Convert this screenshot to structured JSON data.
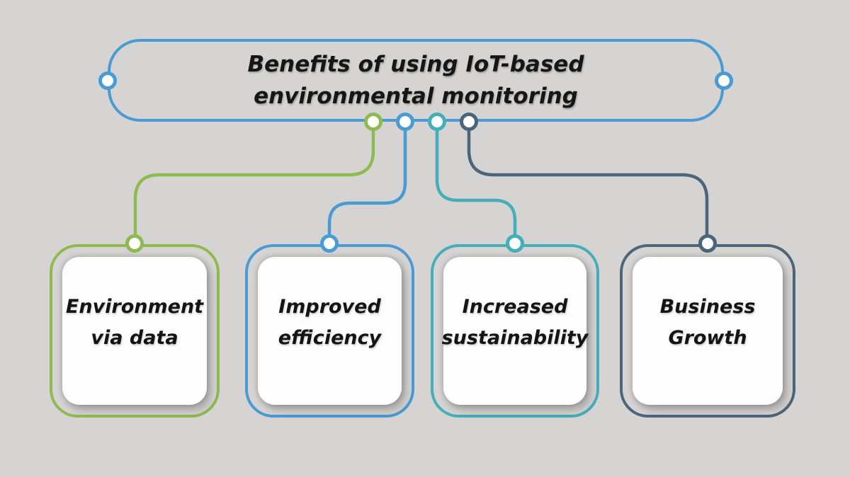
{
  "title": {
    "line1": "Benefits of using IoT-based",
    "line2": "environmental monitoring"
  },
  "cards": [
    {
      "id": "environment-via-data",
      "line1": "Environment",
      "line2": "via data",
      "color": "#8fba52"
    },
    {
      "id": "improved-efficiency",
      "line1": "Improved",
      "line2": "efficiency",
      "color": "#4a9ad3"
    },
    {
      "id": "increased-sustainability",
      "line1": "Increased",
      "line2": "sustainability",
      "color": "#45aeb8"
    },
    {
      "id": "business-growth",
      "line1": "Business",
      "line2": "Growth",
      "color": "#4d6579"
    }
  ],
  "colors": {
    "background": "#d5d4d2",
    "title_border": "#4a9ad3",
    "green": "#8fba52",
    "blue": "#4a9ad3",
    "teal": "#45aeb8",
    "slate": "#4d6579",
    "card_fill": "#fdfdfd",
    "node_fill": "#ffffff",
    "text": "#161616"
  }
}
